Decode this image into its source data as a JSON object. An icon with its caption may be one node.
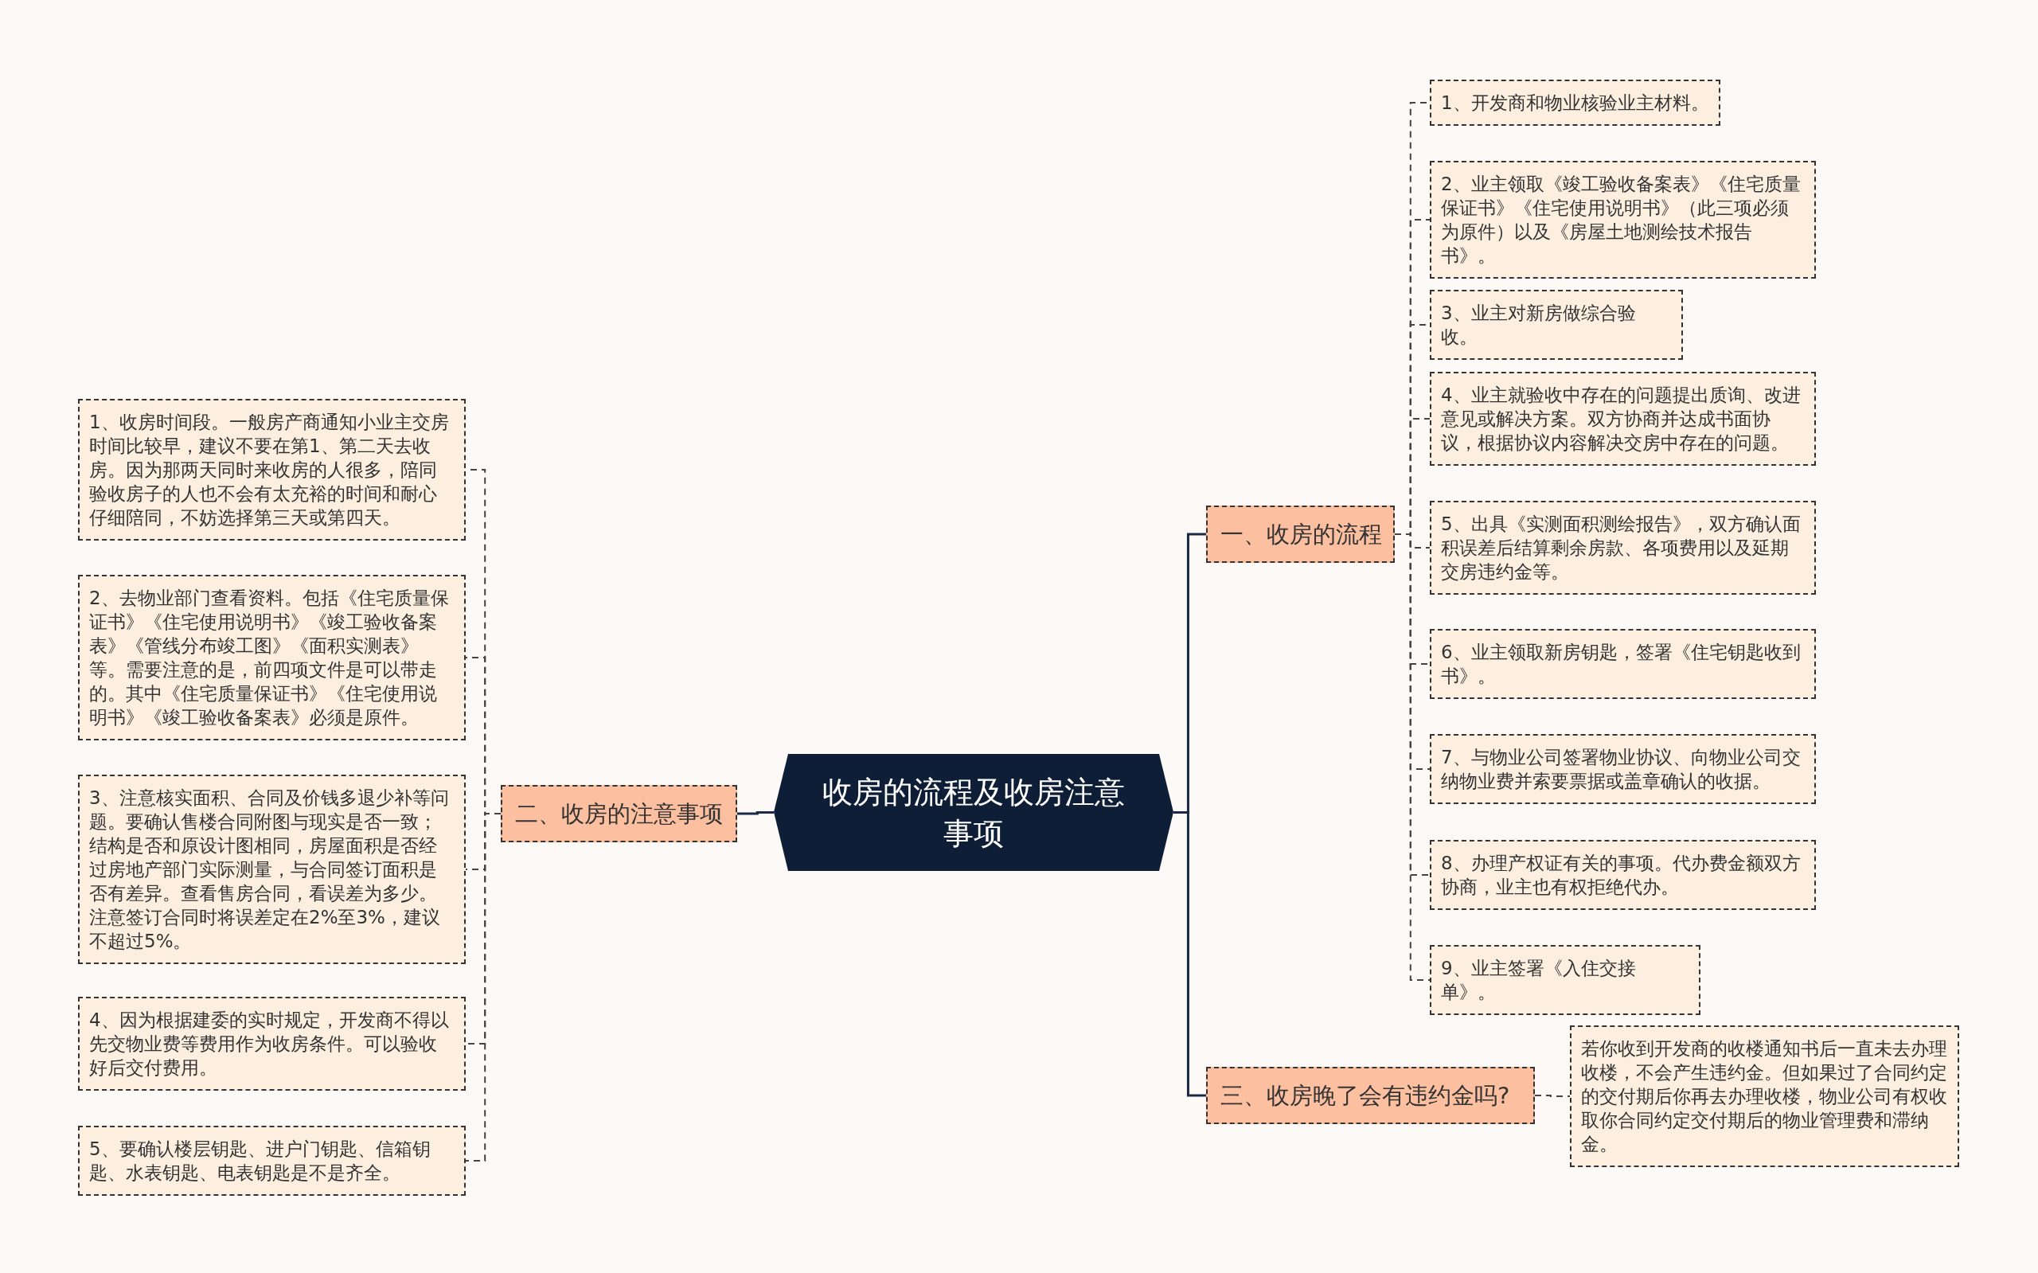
{
  "diagram": {
    "nodes": [
      {
        "text": [
          "收房的流程及收房注意事项"
        ]
      },
      {
        "text": [
          "一、收房的流程"
        ]
      },
      {
        "text": [
          "1、开发商和物业核验业主材料。"
        ]
      },
      {
        "text": [
          "2、业主领取《竣工验收备案表》《住宅质量保证书》《住宅使用说明书》（此三项必须为原件）以及《房屋土地测绘技术报告书》。"
        ]
      },
      {
        "text": [
          "3、业主对新房做综合验收。"
        ]
      },
      {
        "text": [
          "4、业主就验收中存在的问题提出质询、改进意见或解决方案。双方协商并达成书面协议，根据协议内容解决交房中存在的问题。"
        ]
      },
      {
        "text": [
          "5、出具《实测面积测绘报告》，双方确认面积误差后结算剩余房款、各项费用以及延期交房违约金等。"
        ]
      },
      {
        "text": [
          "6、业主领取新房钥匙，签署《住宅钥匙收到书》。"
        ]
      },
      {
        "text": [
          "7、与物业公司签署物业协议、向物业公司交纳物业费并索要票据或盖章确认的收据。"
        ]
      },
      {
        "text": [
          "8、办理产权证有关的事项。代办费金额双方协商，业主也有权拒绝代办。"
        ]
      },
      {
        "text": [
          "9、业主签署《入住交接单》。"
        ]
      },
      {
        "text": [
          "二、收房的注意事项"
        ]
      },
      {
        "text": [
          "1、收房时间段。一般房产商通知小业主交房时间比较早，建议不要在第1、第二天去收房。因为那两天同时来收房的人很多，陪同验收房子的人也不会有太充裕的时间和耐心仔细陪同，不妨选择第三天或第四天。"
        ]
      },
      {
        "text": [
          "2、去物业部门查看资料。包括《住宅质量保证书》《住宅使用说明书》《竣工验收备案表》《管线分布竣工图》《面积实测表》等。需要注意的是，前四项文件是可以带走的。其中《住宅质量保证书》《住宅使用说明书》《竣工验收备案表》必须是原件。"
        ]
      },
      {
        "text": [
          "3、注意核实面积、合同及价钱多退少补等问题。要确认售楼合同附图与现实是否一致；结构是否和原设计图相同，房屋面积是否经过房地产部门实际测量，与合同签订面积是否有差异。查看售房合同，看误差为多少。注意签订合同时将误差定在2%至3%，建议不超过5%。"
        ]
      },
      {
        "text": [
          "4、因为根据建委的实时规定，开发商不得以先交物业费等费用作为收房条件。可以验收好后交付费用。"
        ]
      },
      {
        "text": [
          "5、要确认楼层钥匙、进户门钥匙、信箱钥匙、水表钥匙、电表钥匙是不是齐全。"
        ]
      },
      {
        "text": [
          "三、收房晚了会有违约金吗?"
        ]
      },
      {
        "text": [
          "若你收到开发商的收楼通知书后一直未去办理收楼，不会产生违约金。但如果过了合同约定的交付期后你再去办理收楼，物业公司有权收取你合同约定交付期后的物业管理费和滞纳金。"
        ]
      }
    ],
    "edges": [
      {
        "from": 0,
        "to": 1,
        "arrow": "none"
      },
      {
        "from": 1,
        "to": 2,
        "arrow": "none",
        "style": "dashed"
      },
      {
        "from": 1,
        "to": 3,
        "arrow": "none",
        "style": "dashed"
      },
      {
        "from": 1,
        "to": 4,
        "arrow": "none",
        "style": "dashed"
      },
      {
        "from": 1,
        "to": 5,
        "arrow": "none",
        "style": "dashed"
      },
      {
        "from": 1,
        "to": 6,
        "arrow": "none",
        "style": "dashed"
      },
      {
        "from": 1,
        "to": 7,
        "arrow": "none",
        "style": "dashed"
      },
      {
        "from": 1,
        "to": 8,
        "arrow": "none",
        "style": "dashed"
      },
      {
        "from": 1,
        "to": 9,
        "arrow": "none",
        "style": "dashed"
      },
      {
        "from": 1,
        "to": 10,
        "arrow": "none",
        "style": "dashed"
      },
      {
        "from": 0,
        "to": 11,
        "arrow": "none"
      },
      {
        "from": 11,
        "to": 12,
        "arrow": "none",
        "style": "dashed"
      },
      {
        "from": 11,
        "to": 13,
        "arrow": "none",
        "style": "dashed"
      },
      {
        "from": 11,
        "to": 14,
        "arrow": "none",
        "style": "dashed"
      },
      {
        "from": 11,
        "to": 15,
        "arrow": "none",
        "style": "dashed"
      },
      {
        "from": 11,
        "to": 16,
        "arrow": "none",
        "style": "dashed"
      },
      {
        "from": 0,
        "to": 17,
        "arrow": "none"
      },
      {
        "from": 17,
        "to": 18,
        "arrow": "none",
        "style": "dashed"
      }
    ]
  }
}
